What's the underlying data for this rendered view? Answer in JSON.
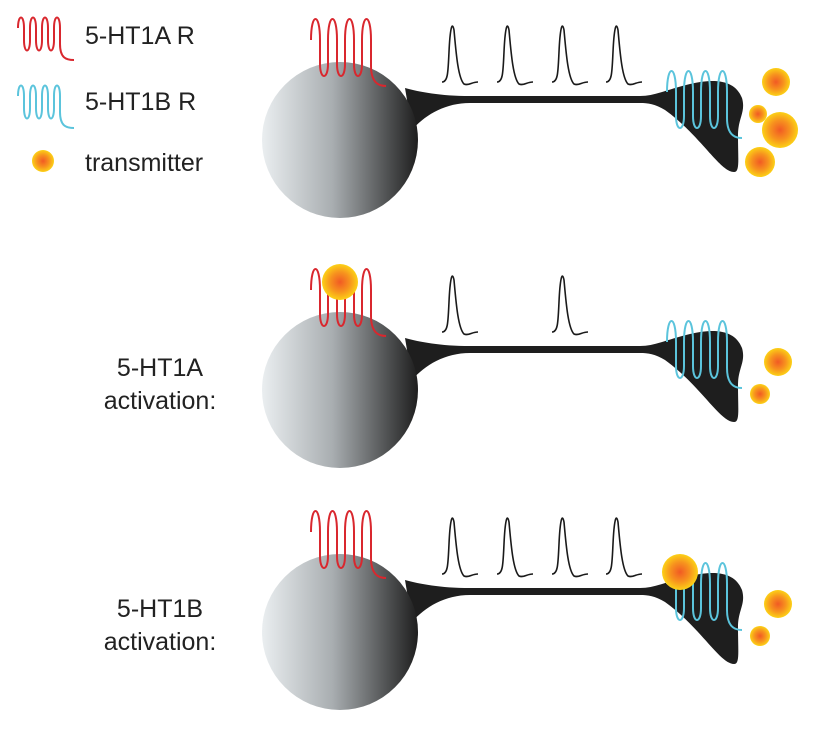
{
  "legend": {
    "items": [
      {
        "label": "5-HT1A R",
        "icon": "red-receptor-coil-icon"
      },
      {
        "label": "5-HT1B R",
        "icon": "cyan-receptor-coil-icon"
      },
      {
        "label": "transmitter",
        "icon": "orange-transmitter-dot-icon"
      }
    ]
  },
  "rows": [
    {
      "label_line1": "",
      "label_line2": "",
      "spikes": 4,
      "soma_bound": false,
      "terminal_bound": false,
      "released": 4
    },
    {
      "label_line1": "5-HT1A",
      "label_line2": "activation:",
      "spikes": 2,
      "soma_bound": true,
      "terminal_bound": false,
      "released": 2
    },
    {
      "label_line1": "5-HT1B",
      "label_line2": "activation:",
      "spikes": 4,
      "soma_bound": false,
      "terminal_bound": true,
      "released": 2
    }
  ],
  "colors": {
    "ht1a_receptor": "#d9272e",
    "ht1b_receptor": "#5bc4dc",
    "transmitter_core": "#f26522",
    "transmitter_edge": "#fcd116",
    "axon": "#1e1e1e"
  }
}
